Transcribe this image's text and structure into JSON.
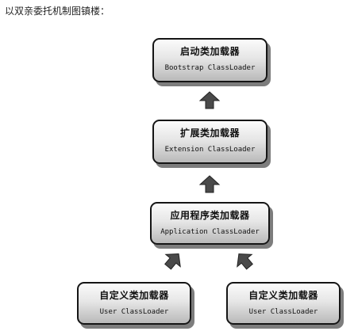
{
  "caption": "以双亲委托机制图镇楼：",
  "nodes": {
    "bootstrap": {
      "title": "启动类加载器",
      "subtitle": "Bootstrap ClassLoader"
    },
    "extension": {
      "title": "扩展类加载器",
      "subtitle": "Extension ClassLoader"
    },
    "application": {
      "title": "应用程序类加载器",
      "subtitle": "Application ClassLoader"
    },
    "user1": {
      "title": "自定义类加载器",
      "subtitle": "User ClassLoader"
    },
    "user2": {
      "title": "自定义类加载器",
      "subtitle": "User ClassLoader"
    }
  },
  "edges": [
    {
      "from": "extension",
      "to": "bootstrap"
    },
    {
      "from": "application",
      "to": "extension"
    },
    {
      "from": "user1",
      "to": "application"
    },
    {
      "from": "user2",
      "to": "application"
    }
  ],
  "colors": {
    "arrow": "#4a4a4a",
    "border": "#151515",
    "shadow": "#7d7d7d"
  }
}
